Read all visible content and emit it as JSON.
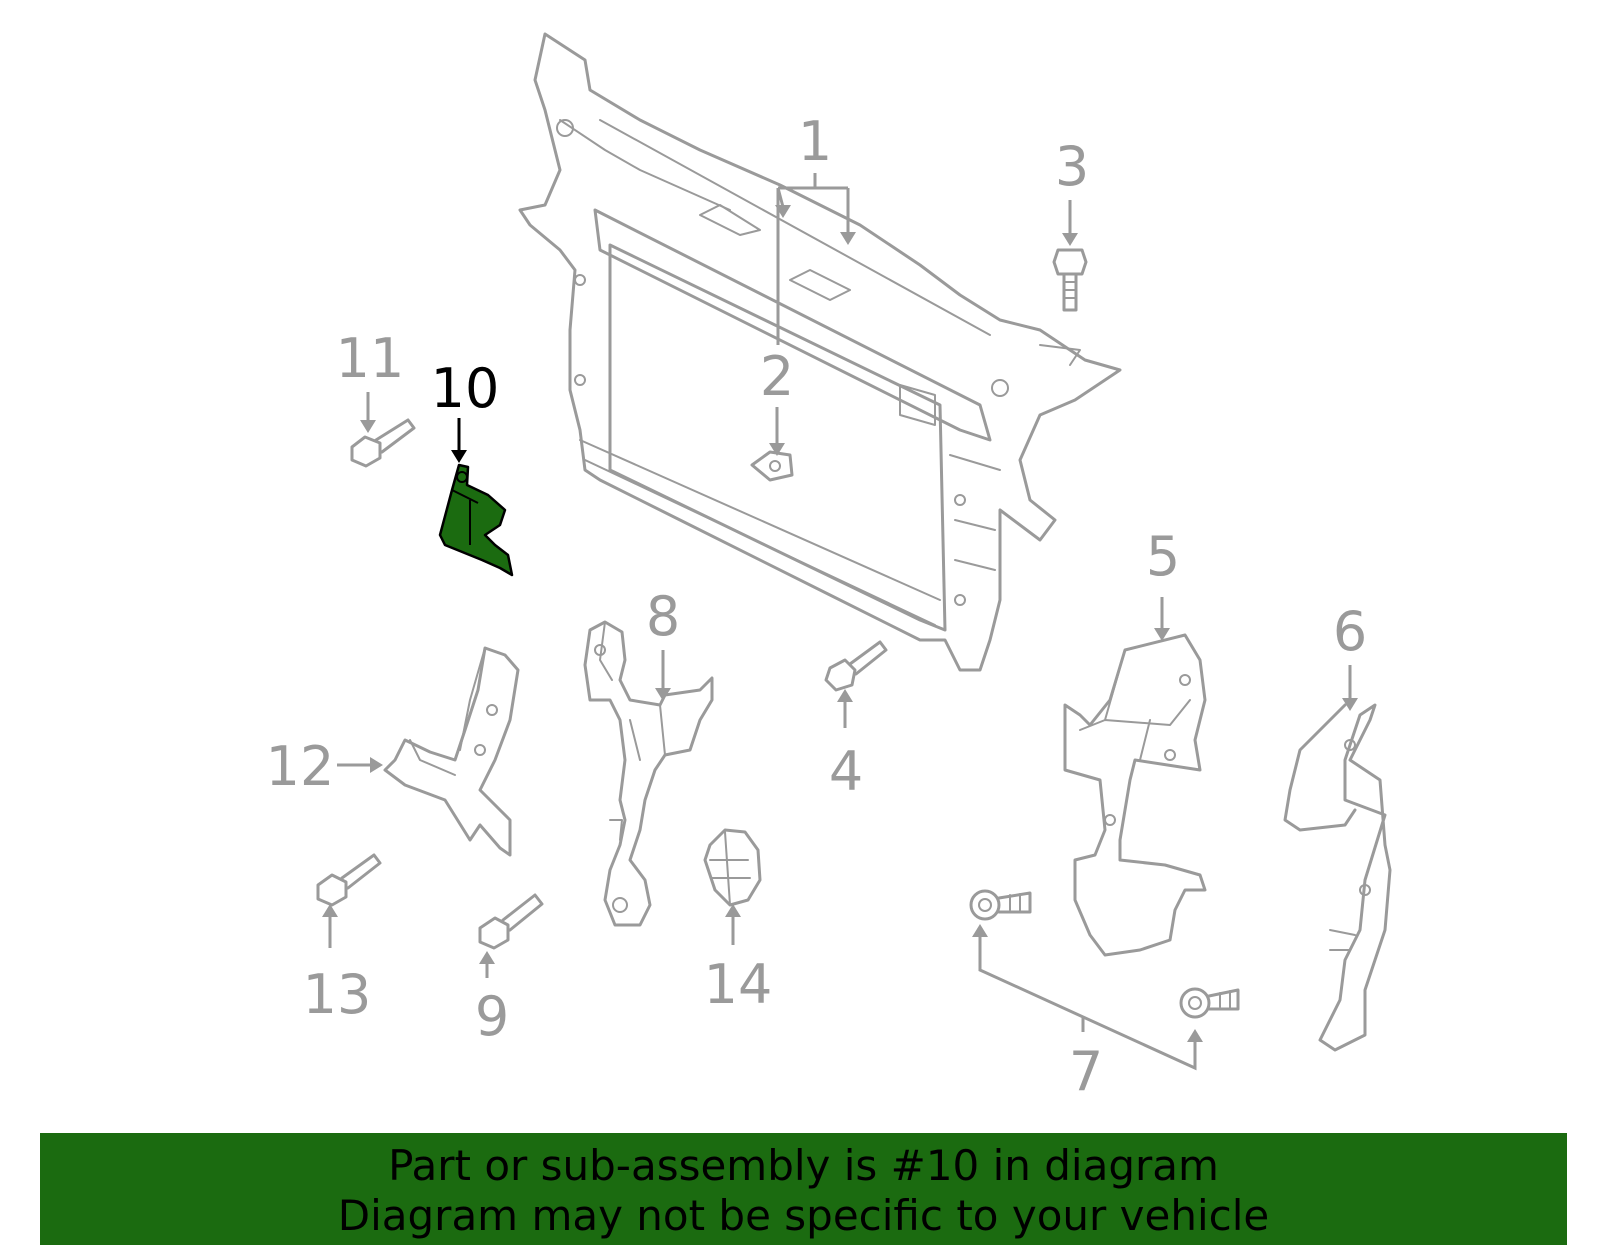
{
  "diagram": {
    "callouts": [
      {
        "number": "1",
        "highlighted": false
      },
      {
        "number": "2",
        "highlighted": false
      },
      {
        "number": "3",
        "highlighted": false
      },
      {
        "number": "4",
        "highlighted": false
      },
      {
        "number": "5",
        "highlighted": false
      },
      {
        "number": "6",
        "highlighted": false
      },
      {
        "number": "7",
        "highlighted": false
      },
      {
        "number": "8",
        "highlighted": false
      },
      {
        "number": "9",
        "highlighted": false
      },
      {
        "number": "10",
        "highlighted": true
      },
      {
        "number": "11",
        "highlighted": false
      },
      {
        "number": "12",
        "highlighted": false
      },
      {
        "number": "13",
        "highlighted": false
      },
      {
        "number": "14",
        "highlighted": false
      }
    ],
    "colors": {
      "line": "#9a9a9a",
      "highlight_fill": "#1b6b10",
      "highlight_text": "#000000"
    }
  },
  "banner": {
    "line1": "Part or sub-assembly is #10 in diagram",
    "line2": "Diagram may not be specific to your vehicle",
    "background": "#1b6b10"
  }
}
